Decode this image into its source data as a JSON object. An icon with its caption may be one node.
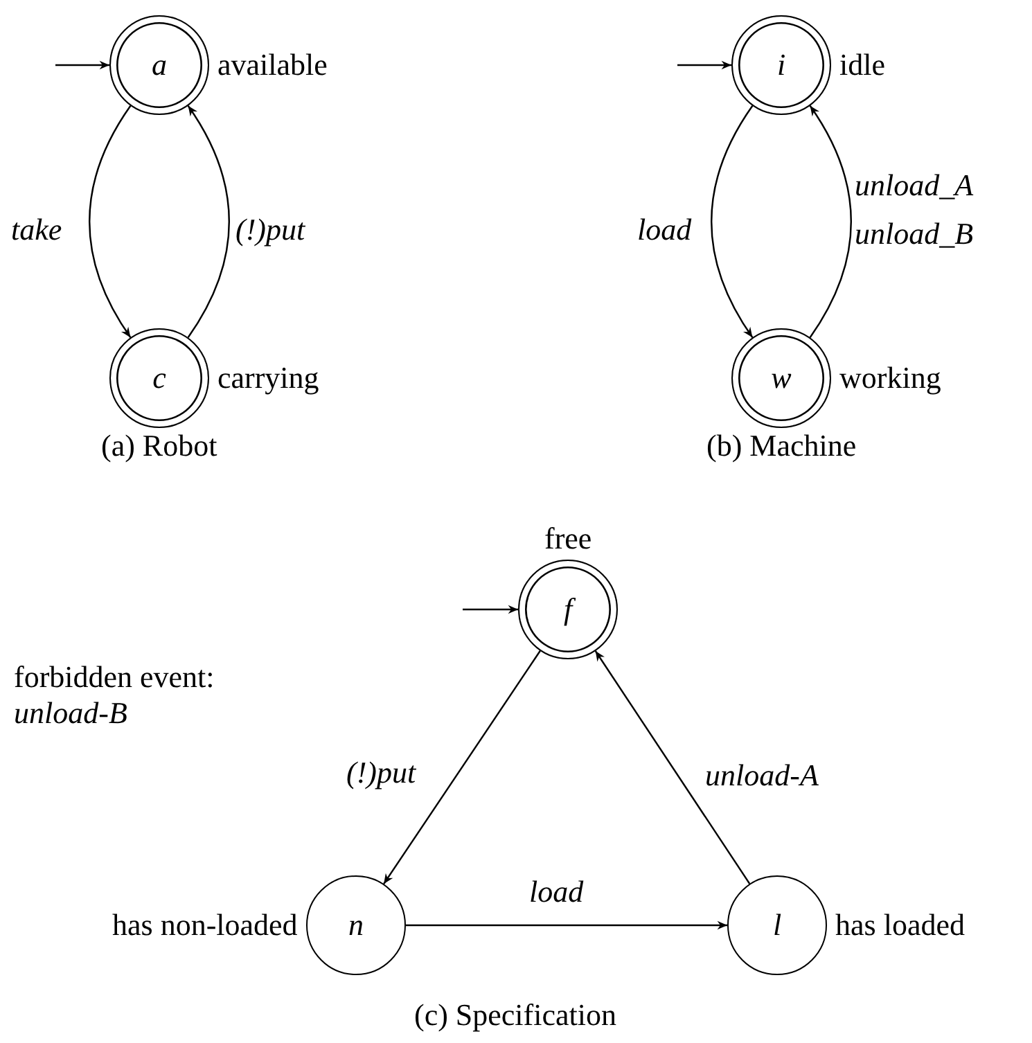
{
  "diagram": {
    "nodes": [
      {
        "text": [
          "a"
        ],
        "beside": [
          "available"
        ]
      },
      {
        "text": [
          "c"
        ],
        "beside": [
          "carrying"
        ]
      },
      {
        "text": [
          "i"
        ],
        "beside": [
          "idle"
        ]
      },
      {
        "text": [
          "w"
        ],
        "beside": [
          "working"
        ]
      },
      {
        "text": [
          "f"
        ],
        "beside": [
          "free"
        ]
      },
      {
        "text": [
          "n"
        ],
        "beside": [
          "has non-loaded"
        ]
      },
      {
        "text": [
          "l"
        ],
        "beside": [
          "has loaded"
        ]
      }
    ],
    "edges": [
      {
        "from": null,
        "to": 0,
        "arrow": "to"
      },
      {
        "from": 0,
        "to": 1,
        "arrow": "to",
        "label": "take"
      },
      {
        "from": 1,
        "to": 0,
        "arrow": "to",
        "label": "(!)put"
      },
      {
        "from": null,
        "to": 2,
        "arrow": "to"
      },
      {
        "from": 2,
        "to": 3,
        "arrow": "to",
        "label": "load"
      },
      {
        "from": 3,
        "to": 2,
        "arrow": "to",
        "label": "unload_A unload_B"
      },
      {
        "from": null,
        "to": 4,
        "arrow": "to"
      },
      {
        "from": 4,
        "to": 5,
        "arrow": "to",
        "label": "(!)put"
      },
      {
        "from": 5,
        "to": 6,
        "arrow": "to",
        "label": "load"
      },
      {
        "from": 6,
        "to": 4,
        "arrow": "to",
        "label": "unload-A"
      }
    ],
    "labels": [
      "(a) Robot",
      "(b) Machine",
      "forbidden event: *unload-B*",
      "(c) Specification"
    ]
  }
}
